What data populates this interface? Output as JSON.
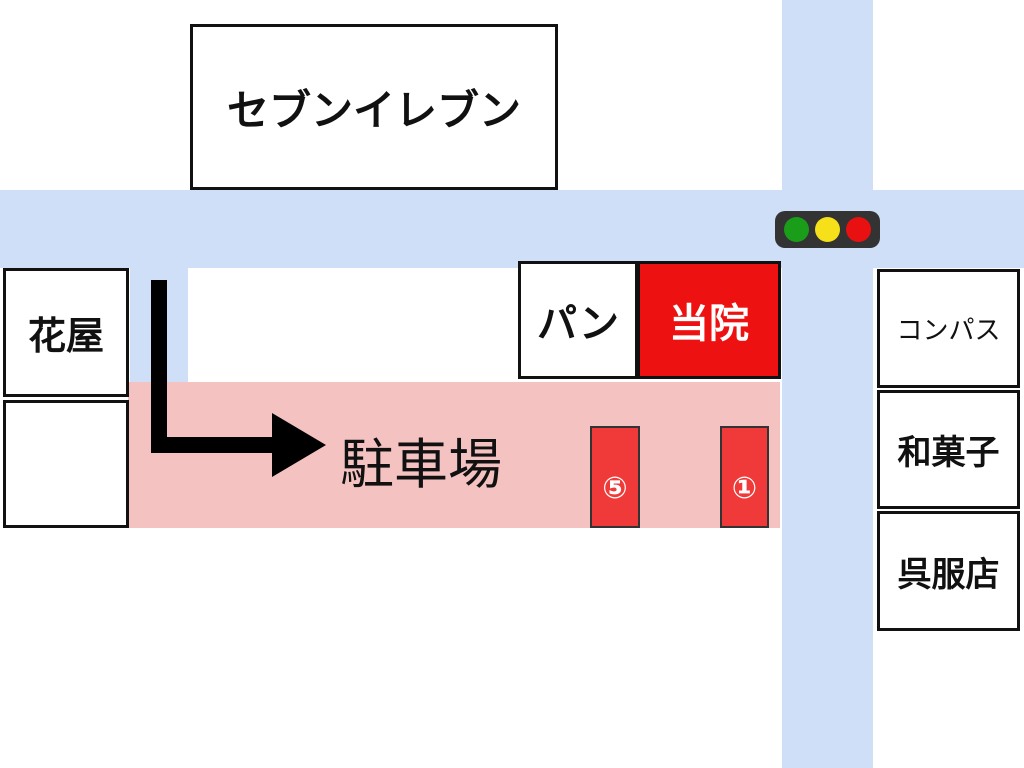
{
  "labels": {
    "seven_eleven": "セブンイレブン",
    "flower_shop": "花屋",
    "bakery": "パン",
    "clinic": "当院",
    "compass": "コンパス",
    "wagashi": "和菓子",
    "gofuku": "呉服店",
    "parking": "駐車場",
    "spot_5": "⑤",
    "spot_1": "①"
  },
  "colors": {
    "road": "#cfdff7",
    "parking": "#f5c2c2",
    "clinic": "#ee1111",
    "spot": "#f03a3a",
    "light_green": "#1a9e1a",
    "light_yellow": "#f5e01a",
    "light_red": "#e81010"
  }
}
